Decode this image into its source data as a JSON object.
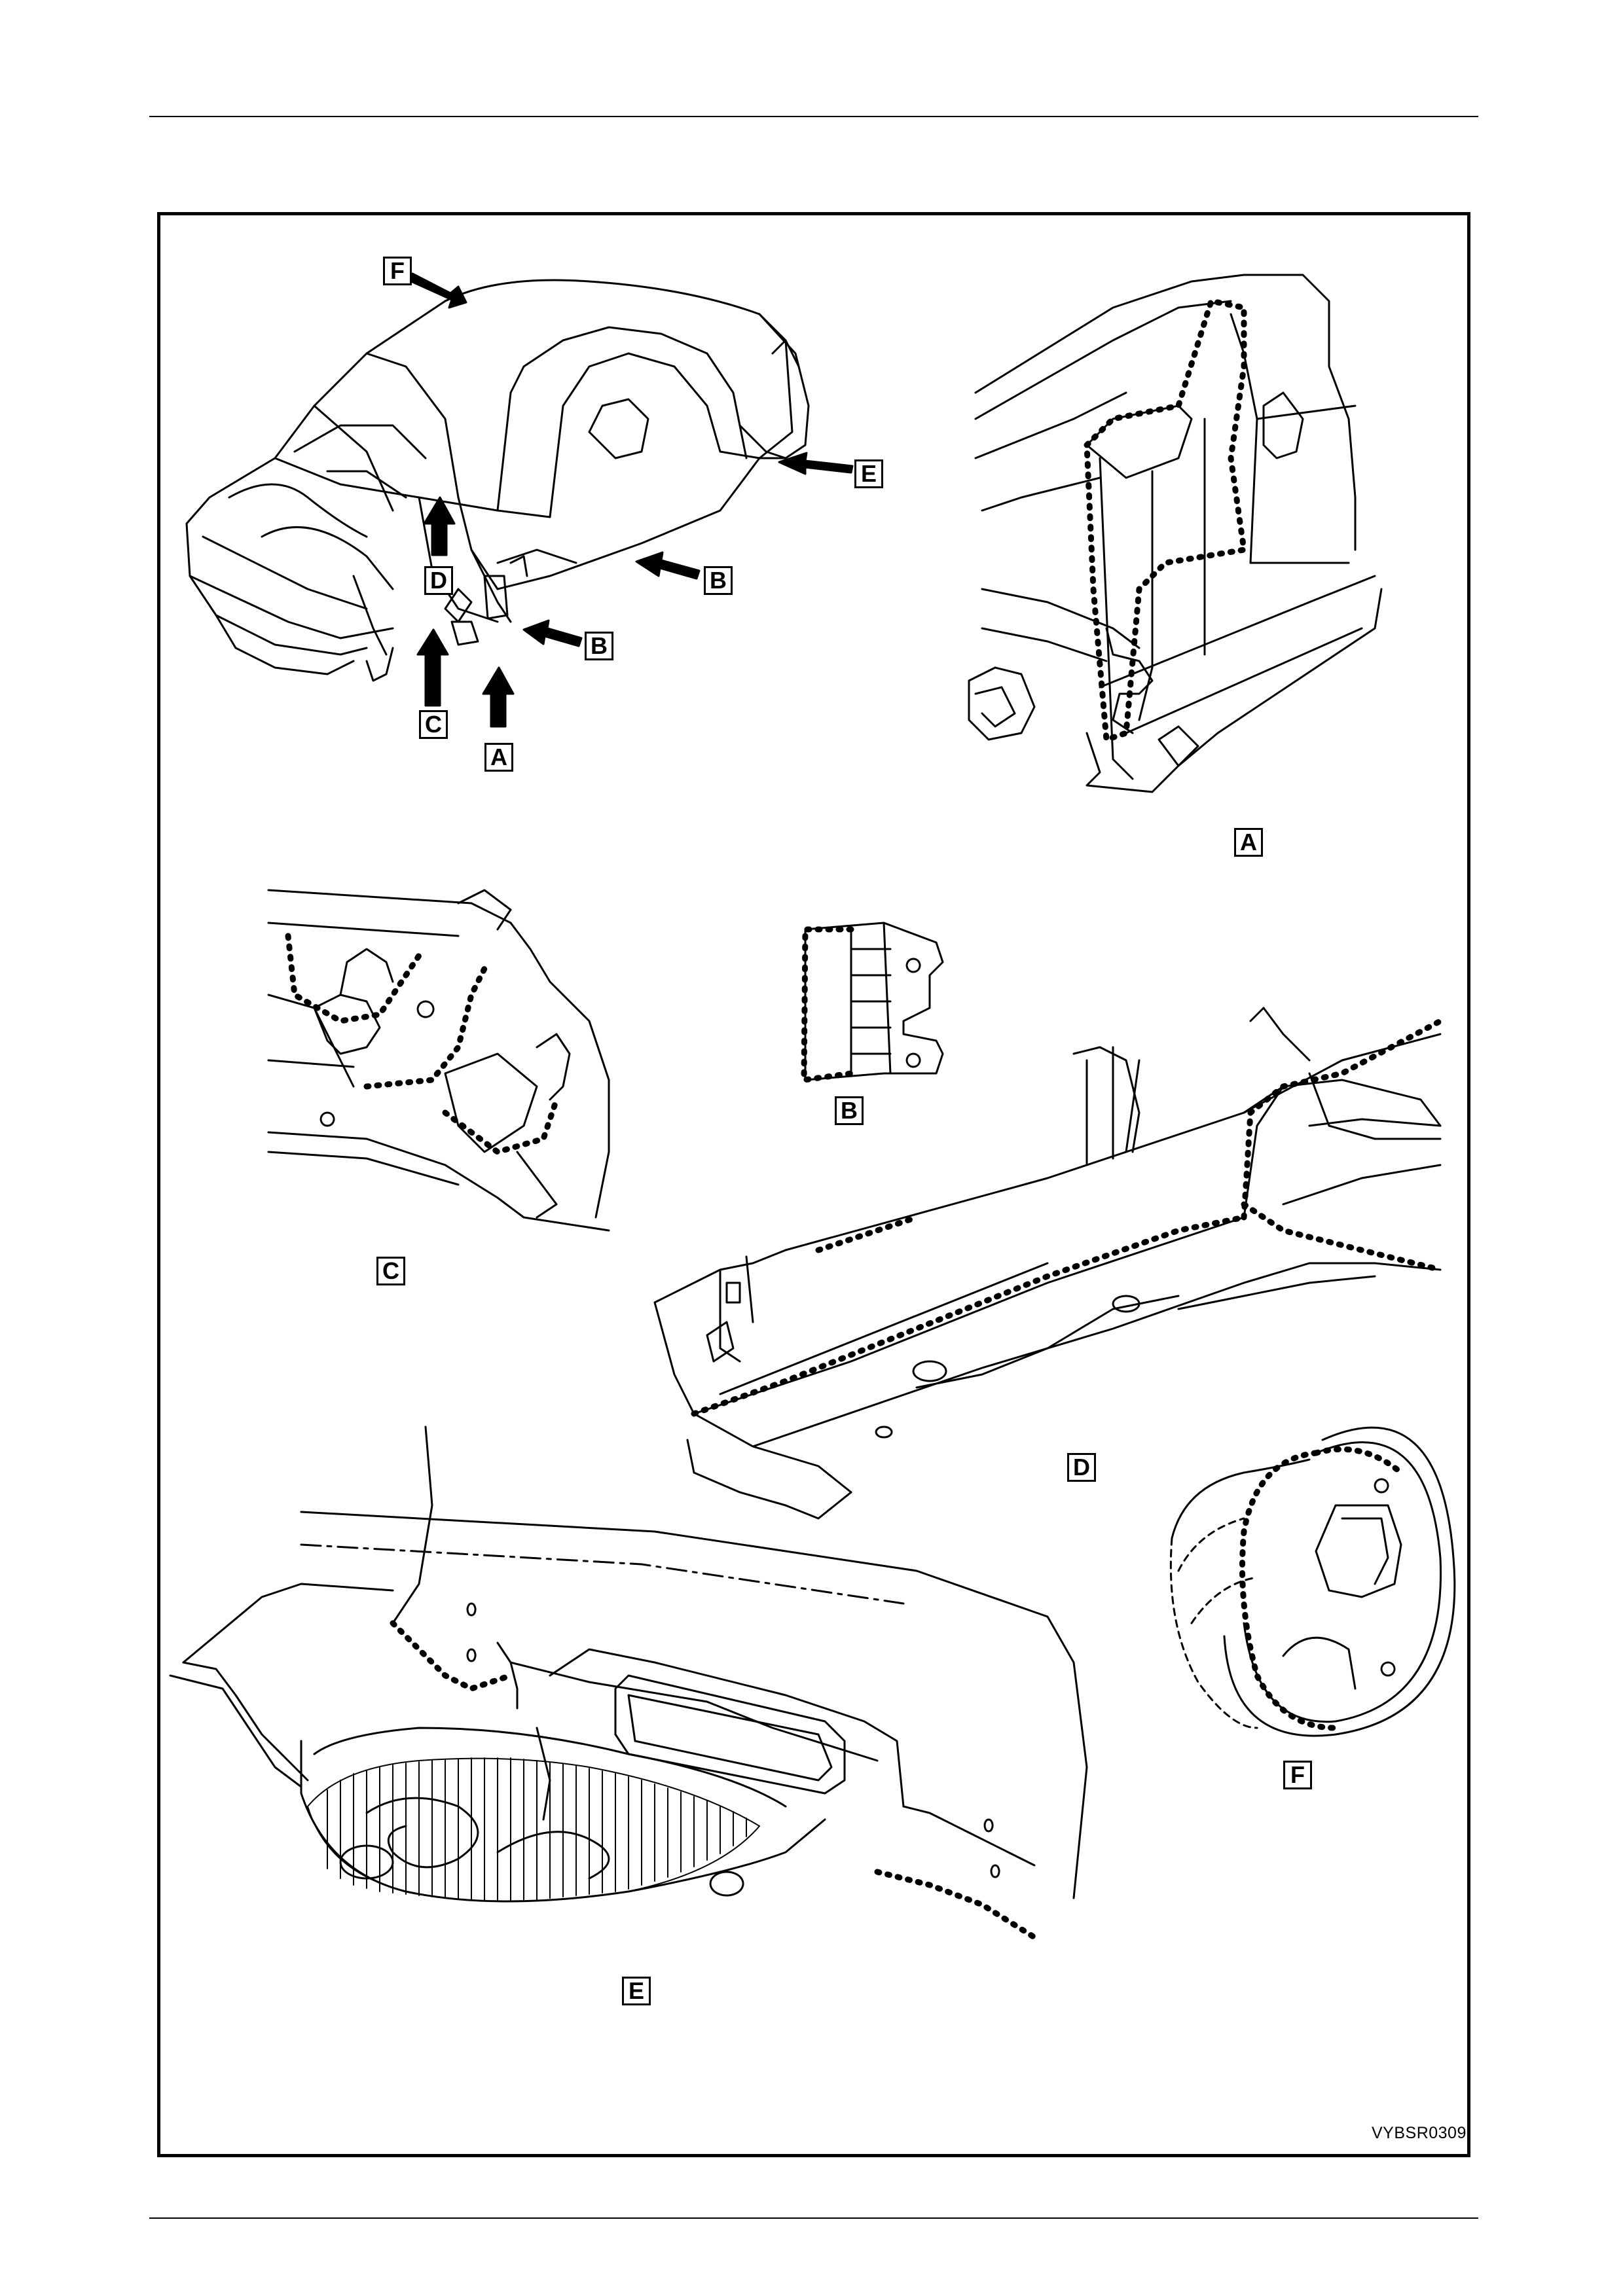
{
  "callouts": {
    "F": "F",
    "E": "E",
    "D": "D",
    "B": "B",
    "C": "C",
    "A": "A"
  },
  "detail_labels": {
    "A": "A",
    "B": "B",
    "C": "C",
    "D": "D",
    "E": "E",
    "F": "F"
  },
  "figure_ref": "VYBSR0309"
}
